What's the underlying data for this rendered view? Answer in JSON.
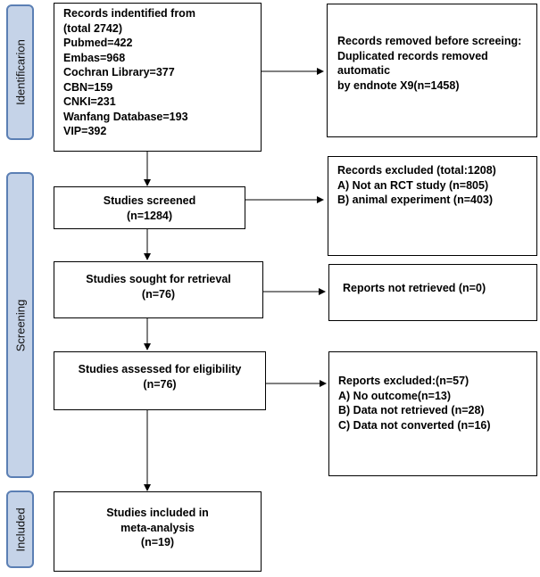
{
  "phases": {
    "identification": "Identificarion",
    "screening": "Screening",
    "included": "Included"
  },
  "records_identified": {
    "lines": [
      "Records indentified from",
      "(total 2742)",
      "Pubmed=422",
      "Embas=968",
      "Cochran Library=377",
      "CBN=159",
      "CNKI=231",
      "Wanfang Database=193",
      "VIP=392"
    ]
  },
  "records_removed": {
    "lines": [
      "Records removed before screeing:",
      "Duplicated records removed",
      "automatic",
      "by endnote X9(n=1458)"
    ]
  },
  "studies_screened": {
    "lines": [
      "Studies screened",
      "(n=1284)"
    ]
  },
  "records_excluded": {
    "lines": [
      "Records excluded (total:1208)",
      "A) Not an RCT study (n=805)",
      "B) animal experiment (n=403)"
    ]
  },
  "sought_retrieval": {
    "lines": [
      "Studies sought for retrieval",
      "(n=76)"
    ]
  },
  "not_retrieved": {
    "lines": [
      "Reports not retrieved (n=0)"
    ]
  },
  "assessed_eligibility": {
    "lines": [
      "Studies assessed for eligibility",
      "(n=76)"
    ]
  },
  "reports_excluded": {
    "lines": [
      "Reports excluded:(n=57)",
      "A) No outcome(n=13)",
      "B) Data not retrieved (n=28)",
      "C) Data not converted (n=16)"
    ]
  },
  "included_studies": {
    "lines": [
      "Studies included in",
      "meta-analysis",
      "(n=19)"
    ]
  }
}
